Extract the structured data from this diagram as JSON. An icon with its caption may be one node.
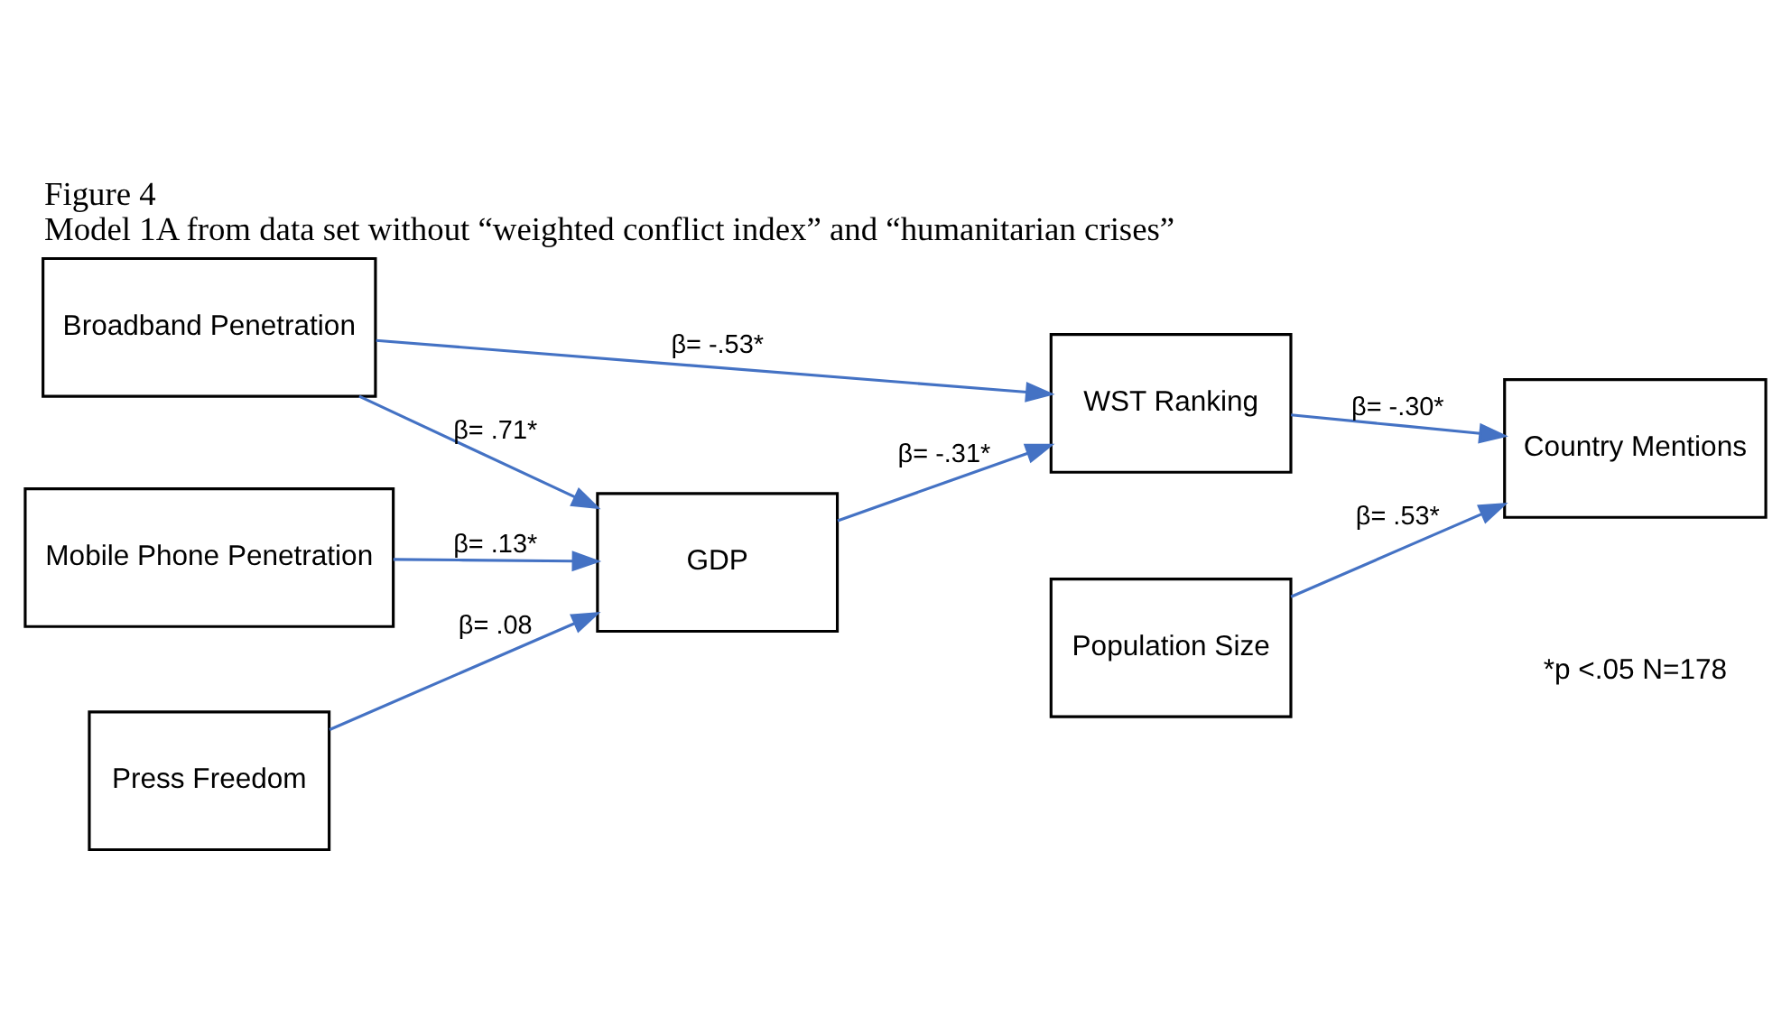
{
  "diagram": {
    "title": "Figure 4",
    "caption": "Model 1A from data set without “weighted conflict index” and “humanitarian crises”",
    "nodes": [
      {
        "text": [
          "Broadband Penetration"
        ]
      },
      {
        "text": [
          "Mobile Phone Penetration"
        ]
      },
      {
        "text": [
          "GDP"
        ]
      },
      {
        "text": [
          "WST Ranking"
        ]
      },
      {
        "text": [
          "Country Mentions"
        ]
      },
      {
        "text": [
          "Press Freedom"
        ]
      },
      {
        "text": [
          "Population Size"
        ]
      }
    ],
    "edges": [
      {
        "from": 0,
        "to": 2,
        "arrow": "to",
        "label": "β= .71*"
      },
      {
        "from": 0,
        "to": 3,
        "arrow": "to",
        "label": "β= -.53*"
      },
      {
        "from": 1,
        "to": 2,
        "arrow": "to",
        "label": "β= .13*"
      },
      {
        "from": 2,
        "to": 3,
        "arrow": "to",
        "label": "β= -.31*"
      },
      {
        "from": 3,
        "to": 4,
        "arrow": "to",
        "label": "β= -.30*"
      },
      {
        "from": 5,
        "to": 2,
        "arrow": "to",
        "label": "β= .08"
      },
      {
        "from": 6,
        "to": 4,
        "arrow": "to",
        "label": "β= .53*"
      }
    ],
    "labels": [
      "*p <.05 N=178"
    ]
  }
}
